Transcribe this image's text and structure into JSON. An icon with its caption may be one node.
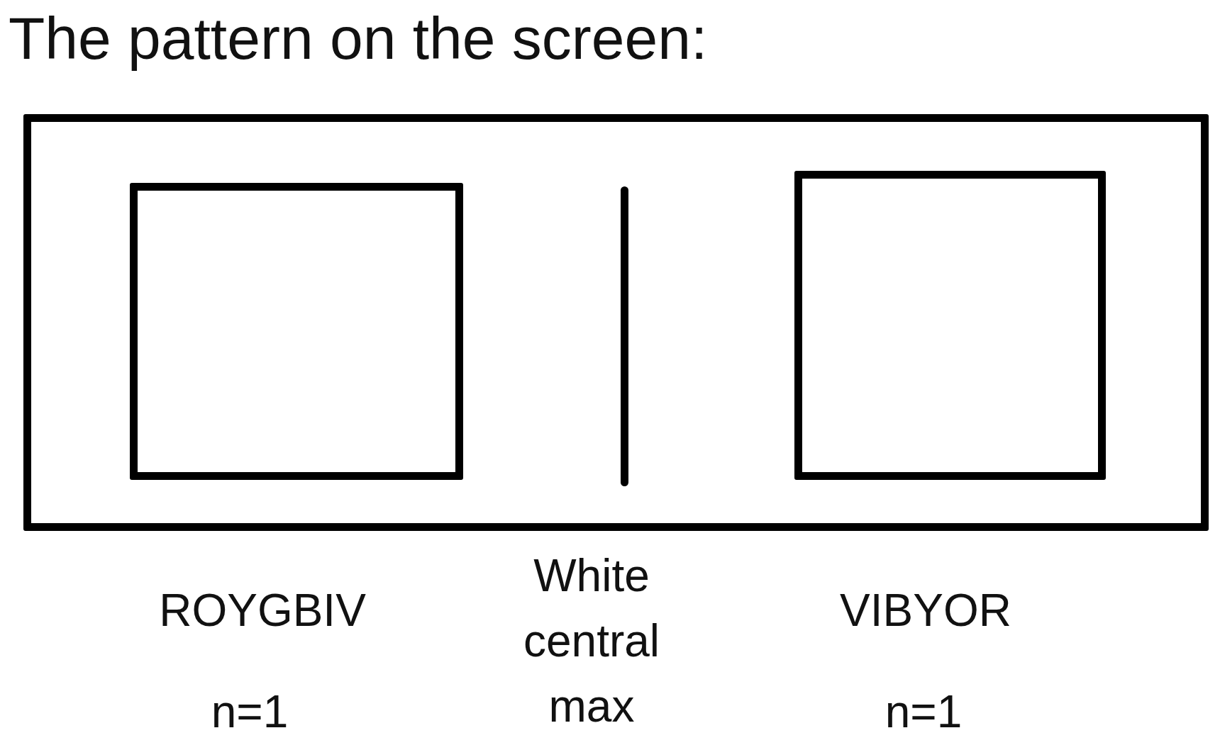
{
  "diagram": {
    "title": "The pattern on the screen:",
    "nodes": [
      {
        "text": [],
        "shape": "box"
      },
      {
        "text": [],
        "shape": "box",
        "in": 0,
        "beside": [
          "ROYGBIV",
          "n=1"
        ]
      },
      {
        "text": [],
        "shape": "bar",
        "in": 0,
        "beside": [
          "White central max"
        ]
      },
      {
        "text": [],
        "shape": "box",
        "in": 0,
        "beside": [
          "VIBYOR",
          "n=1"
        ]
      }
    ]
  }
}
